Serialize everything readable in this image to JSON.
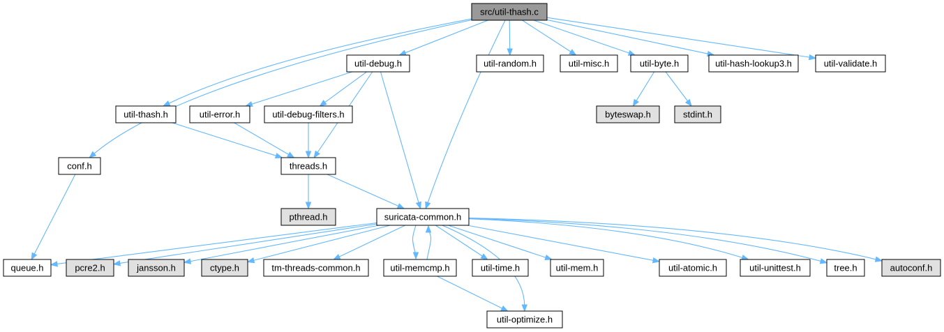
{
  "graph": {
    "colors": {
      "root_fill": "#999999",
      "plain_fill": "#ffffff",
      "external_fill": "#e0e0e0",
      "edge": "#63b8ff"
    },
    "nodes": [
      {
        "id": "root",
        "label": "src/util-thash.c",
        "kind": "root"
      },
      {
        "id": "debug",
        "label": "util-debug.h",
        "kind": "plain"
      },
      {
        "id": "random",
        "label": "util-random.h",
        "kind": "plain"
      },
      {
        "id": "misc",
        "label": "util-misc.h",
        "kind": "plain"
      },
      {
        "id": "byte",
        "label": "util-byte.h",
        "kind": "plain"
      },
      {
        "id": "hashlookup",
        "label": "util-hash-lookup3.h",
        "kind": "plain"
      },
      {
        "id": "validate",
        "label": "util-validate.h",
        "kind": "plain"
      },
      {
        "id": "thash",
        "label": "util-thash.h",
        "kind": "plain"
      },
      {
        "id": "error",
        "label": "util-error.h",
        "kind": "plain"
      },
      {
        "id": "debugfilters",
        "label": "util-debug-filters.h",
        "kind": "plain"
      },
      {
        "id": "byteswap",
        "label": "byteswap.h",
        "kind": "external"
      },
      {
        "id": "stdint",
        "label": "stdint.h",
        "kind": "external"
      },
      {
        "id": "conf",
        "label": "conf.h",
        "kind": "plain"
      },
      {
        "id": "threads",
        "label": "threads.h",
        "kind": "plain"
      },
      {
        "id": "pthread",
        "label": "pthread.h",
        "kind": "external"
      },
      {
        "id": "common",
        "label": "suricata-common.h",
        "kind": "plain"
      },
      {
        "id": "queue",
        "label": "queue.h",
        "kind": "plain"
      },
      {
        "id": "pcre2",
        "label": "pcre2.h",
        "kind": "external"
      },
      {
        "id": "jansson",
        "label": "jansson.h",
        "kind": "external"
      },
      {
        "id": "ctype",
        "label": "ctype.h",
        "kind": "external"
      },
      {
        "id": "tmthreads",
        "label": "tm-threads-common.h",
        "kind": "plain"
      },
      {
        "id": "memcmp",
        "label": "util-memcmp.h",
        "kind": "plain"
      },
      {
        "id": "time",
        "label": "util-time.h",
        "kind": "plain"
      },
      {
        "id": "mem",
        "label": "util-mem.h",
        "kind": "plain"
      },
      {
        "id": "atomic",
        "label": "util-atomic.h",
        "kind": "plain"
      },
      {
        "id": "unittest",
        "label": "util-unittest.h",
        "kind": "plain"
      },
      {
        "id": "tree",
        "label": "tree.h",
        "kind": "plain"
      },
      {
        "id": "autoconf",
        "label": "autoconf.h",
        "kind": "external"
      },
      {
        "id": "optimize",
        "label": "util-optimize.h",
        "kind": "plain"
      }
    ],
    "edges": [
      [
        "root",
        "debug"
      ],
      [
        "root",
        "random"
      ],
      [
        "root",
        "misc"
      ],
      [
        "root",
        "byte"
      ],
      [
        "root",
        "hashlookup"
      ],
      [
        "root",
        "validate"
      ],
      [
        "root",
        "thash"
      ],
      [
        "root",
        "conf"
      ],
      [
        "root",
        "common"
      ],
      [
        "debug",
        "error"
      ],
      [
        "debug",
        "debugfilters"
      ],
      [
        "debug",
        "threads"
      ],
      [
        "debug",
        "common"
      ],
      [
        "byte",
        "byteswap"
      ],
      [
        "byte",
        "stdint"
      ],
      [
        "thash",
        "threads"
      ],
      [
        "error",
        "threads"
      ],
      [
        "debugfilters",
        "threads"
      ],
      [
        "conf",
        "queue"
      ],
      [
        "threads",
        "pthread"
      ],
      [
        "threads",
        "common"
      ],
      [
        "common",
        "queue"
      ],
      [
        "common",
        "pcre2"
      ],
      [
        "common",
        "jansson"
      ],
      [
        "common",
        "ctype"
      ],
      [
        "common",
        "tmthreads"
      ],
      [
        "common",
        "memcmp"
      ],
      [
        "common",
        "time"
      ],
      [
        "common",
        "mem"
      ],
      [
        "common",
        "atomic"
      ],
      [
        "common",
        "unittest"
      ],
      [
        "common",
        "tree"
      ],
      [
        "common",
        "autoconf"
      ],
      [
        "common",
        "optimize"
      ],
      [
        "memcmp",
        "common"
      ],
      [
        "memcmp",
        "optimize"
      ]
    ]
  }
}
